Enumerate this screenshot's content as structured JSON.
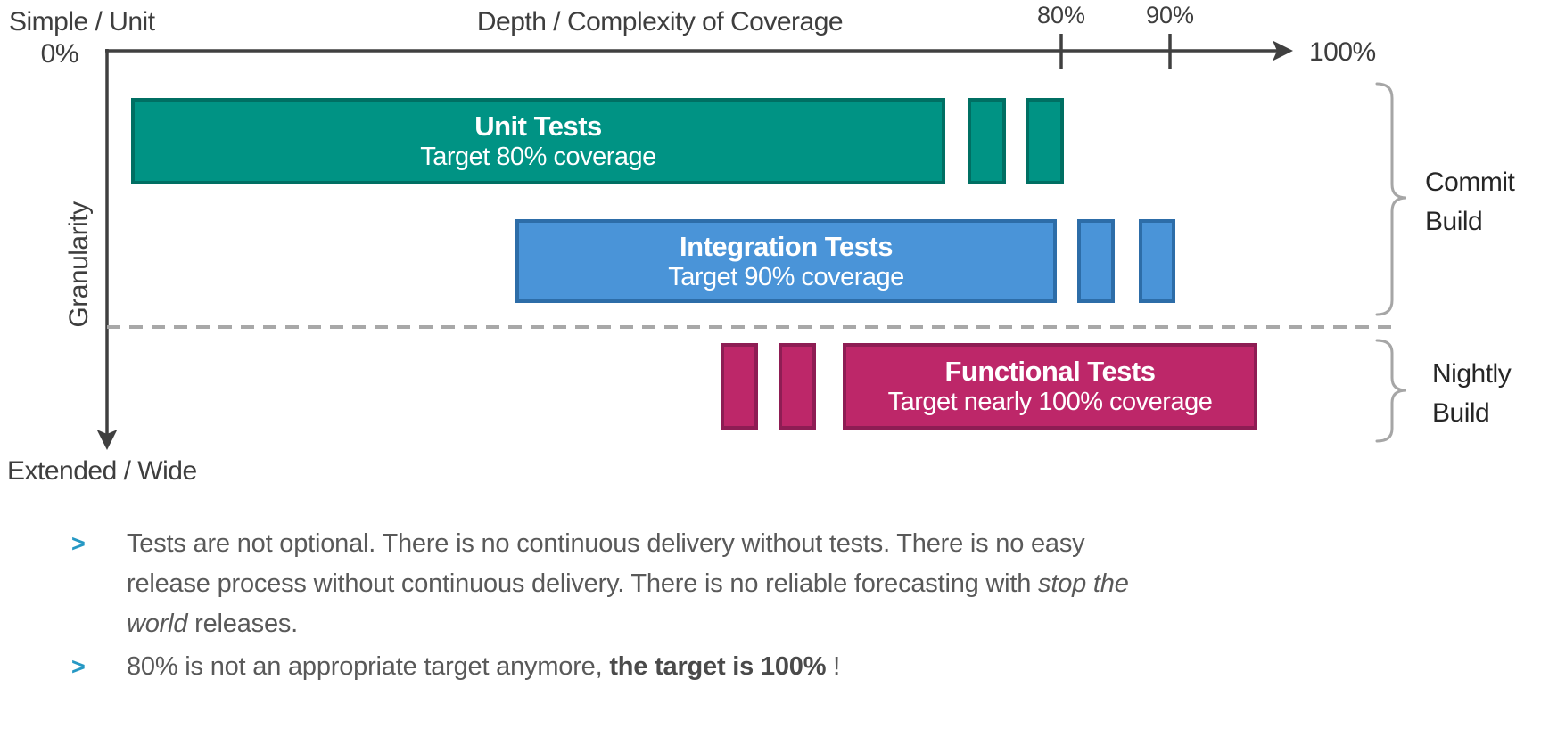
{
  "diagram": {
    "x_axis": {
      "title": "Depth / Complexity of Coverage",
      "top_left_label": "Simple / Unit",
      "origin_tick_label": "0%",
      "tick_80_label": "80%",
      "tick_90_label": "90%",
      "end_label": "100%"
    },
    "y_axis": {
      "title": "Granularity",
      "end_label": "Extended / Wide"
    },
    "bars": [
      {
        "title": "Unit Tests",
        "subtitle": "Target 80% coverage",
        "fill": "#009384",
        "border": "#006f63"
      },
      {
        "title": "Integration Tests",
        "subtitle": "Target 90% coverage",
        "fill": "#4a94d8",
        "border": "#2d6da8"
      },
      {
        "title": "Functional Tests",
        "subtitle": "Target nearly 100% coverage",
        "fill": "#bd2769",
        "border": "#8e1d54"
      }
    ],
    "build_groups": [
      {
        "line1": "Commit",
        "line2": "Build"
      },
      {
        "line1": "Nightly",
        "line2": "Build"
      }
    ]
  },
  "bullets": {
    "marker": ">",
    "marker_color": "#2598c4",
    "items": [
      {
        "lines": [
          [
            {
              "text": "Tests are not optional. There is no continuous delivery without tests. There is no easy",
              "style": "normal"
            }
          ],
          [
            {
              "text": "release process without continuous delivery. There is no reliable forecasting with ",
              "style": "normal"
            },
            {
              "text": "stop the",
              "style": "italic"
            }
          ],
          [
            {
              "text": "world",
              "style": "italic"
            },
            {
              "text": " releases.",
              "style": "normal"
            }
          ]
        ]
      },
      {
        "lines": [
          [
            {
              "text": "80% is not an appropriate target anymore, ",
              "style": "normal"
            },
            {
              "text": "the target is 100%",
              "style": "bold"
            },
            {
              "text": " !",
              "style": "normal"
            }
          ]
        ]
      }
    ]
  }
}
